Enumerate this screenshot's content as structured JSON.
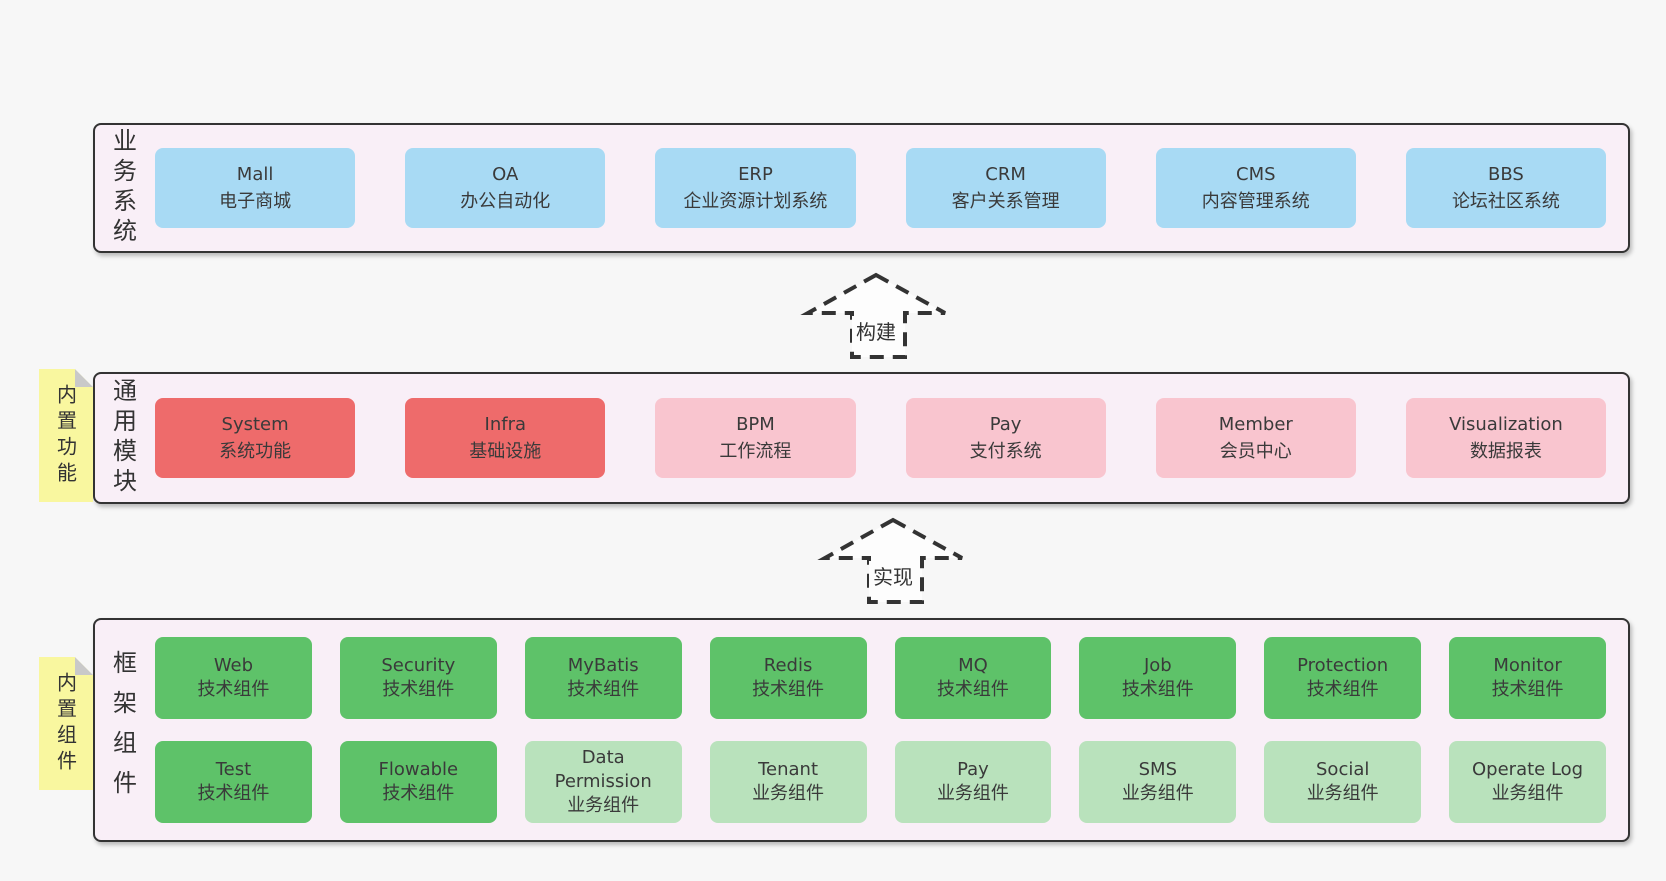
{
  "colors": {
    "page_bg": "#f7f7f7",
    "band_bg": "#f9eff7",
    "band_border": "#333333",
    "text": "#3a3a3a",
    "blue": "#a8daf4",
    "red": "#ee6b6b",
    "pink": "#f9c5cf",
    "green_dark": "#5ec269",
    "green_light": "#b9e2bc",
    "sticky_bg": "#f9f79f",
    "sticky_fold": "#c9c9c9",
    "arrow_line": "#333333",
    "arrow_fill": "#fdfdfd"
  },
  "bands": [
    {
      "label": "业务系统",
      "boxes": [
        {
          "en": "Mall",
          "zh": "电子商城",
          "type": "blue"
        },
        {
          "en": "OA",
          "zh": "办公自动化",
          "type": "blue"
        },
        {
          "en": "ERP",
          "zh": "企业资源计划系统",
          "type": "blue"
        },
        {
          "en": "CRM",
          "zh": "客户关系管理",
          "type": "blue"
        },
        {
          "en": "CMS",
          "zh": "内容管理系统",
          "type": "blue"
        },
        {
          "en": "BBS",
          "zh": "论坛社区系统",
          "type": "blue"
        }
      ]
    },
    {
      "label": "通用模块",
      "sticky": "内置功能",
      "boxes": [
        {
          "en": "System",
          "zh": "系统功能",
          "type": "red"
        },
        {
          "en": "Infra",
          "zh": "基础设施",
          "type": "red"
        },
        {
          "en": "BPM",
          "zh": "工作流程",
          "type": "pink"
        },
        {
          "en": "Pay",
          "zh": "支付系统",
          "type": "pink"
        },
        {
          "en": "Member",
          "zh": "会员中心",
          "type": "pink"
        },
        {
          "en": "Visualization",
          "zh": "数据报表",
          "type": "pink"
        }
      ]
    },
    {
      "label": "框架组件",
      "sticky": "内置组件",
      "rows": [
        [
          {
            "en": "Web",
            "zh": "技术组件",
            "type": "green_dark"
          },
          {
            "en": "Security",
            "zh": "技术组件",
            "type": "green_dark"
          },
          {
            "en": "MyBatis",
            "zh": "技术组件",
            "type": "green_dark"
          },
          {
            "en": "Redis",
            "zh": "技术组件",
            "type": "green_dark"
          },
          {
            "en": "MQ",
            "zh": "技术组件",
            "type": "green_dark"
          },
          {
            "en": "Job",
            "zh": "技术组件",
            "type": "green_dark"
          },
          {
            "en": "Protection",
            "zh": "技术组件",
            "type": "green_dark"
          },
          {
            "en": "Monitor",
            "zh": "技术组件",
            "type": "green_dark"
          }
        ],
        [
          {
            "en": "Test",
            "zh": "技术组件",
            "type": "green_dark"
          },
          {
            "en": "Flowable",
            "zh": "技术组件",
            "type": "green_dark"
          },
          {
            "en": "Data Permission",
            "zh": "业务组件",
            "type": "green_light"
          },
          {
            "en": "Tenant",
            "zh": "业务组件",
            "type": "green_light"
          },
          {
            "en": "Pay",
            "zh": "业务组件",
            "type": "green_light"
          },
          {
            "en": "SMS",
            "zh": "业务组件",
            "type": "green_light"
          },
          {
            "en": "Social",
            "zh": "业务组件",
            "type": "green_light"
          },
          {
            "en": "Operate Log",
            "zh": "业务组件",
            "type": "green_light"
          }
        ]
      ]
    }
  ],
  "arrows": [
    {
      "label": "构建"
    },
    {
      "label": "实现"
    }
  ]
}
